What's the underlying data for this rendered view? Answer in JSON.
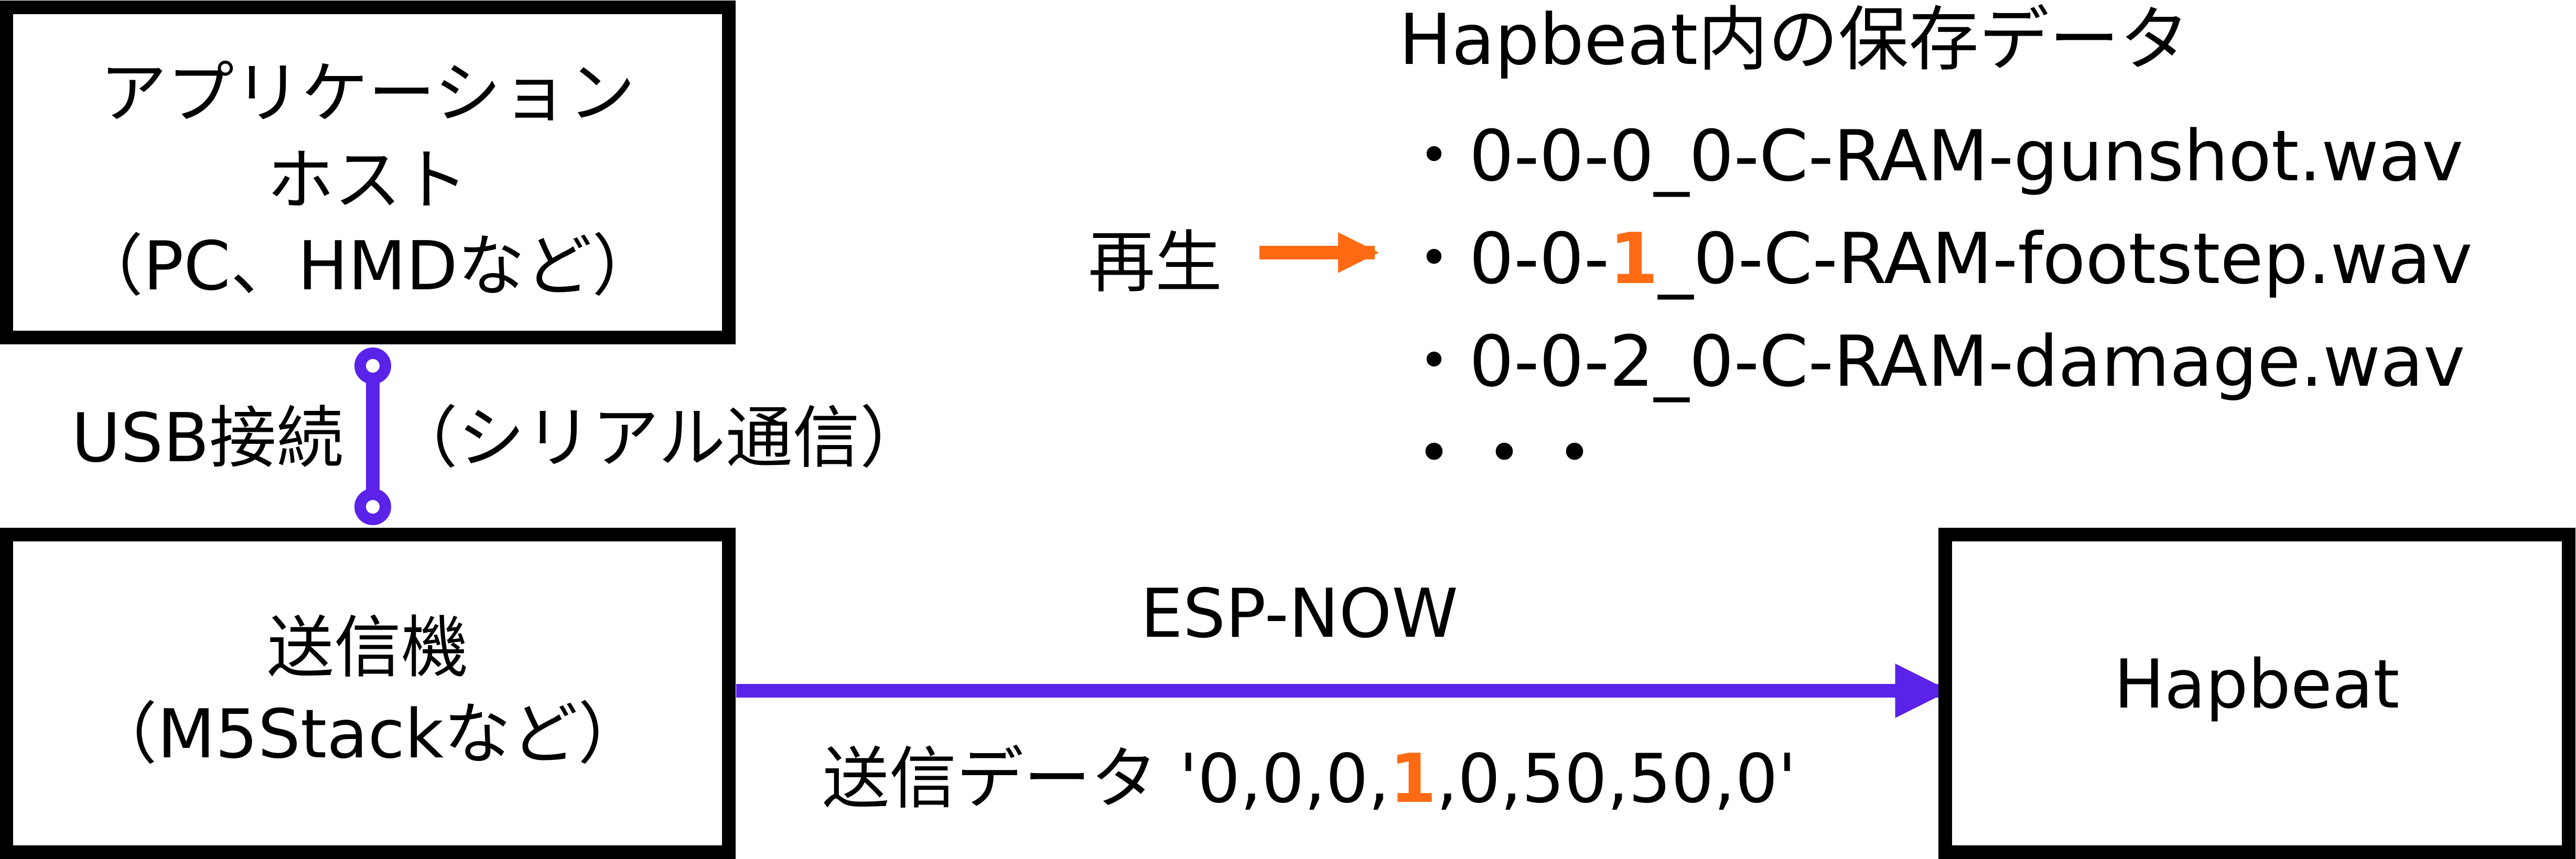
{
  "colors": {
    "accent": "#ff6a13",
    "link": "#5b22ea",
    "stroke": "#000000",
    "background": "#ffffff"
  },
  "nodes": {
    "host": {
      "line1": "アプリケーション",
      "line2": "ホスト",
      "line3": "（PC、HMDなど）"
    },
    "transmitter": {
      "line1": "送信機",
      "line2": "（M5Stackなど）"
    },
    "hapbeat": {
      "label": "Hapbeat"
    }
  },
  "edges": {
    "usb": {
      "label_left": "USB接続",
      "label_right": "（シリアル通信）"
    },
    "espnow": {
      "label": "ESP-NOW",
      "data_prefix": "送信データ '0,0,0,",
      "data_highlight": "1",
      "data_suffix": ",0,50,50,0'"
    }
  },
  "storage": {
    "title": "Hapbeat内の保存データ",
    "bullet": "・",
    "files": [
      {
        "prefix": "0-0-0_0-C-RAM-gunshot.wav",
        "highlight": "",
        "suffix": ""
      },
      {
        "prefix": "0-0-",
        "highlight": "1",
        "suffix": "_0-C-RAM-footstep.wav"
      },
      {
        "prefix": "0-0-2_0-C-RAM-damage.wav",
        "highlight": "",
        "suffix": ""
      }
    ],
    "ellipsis": "・・・"
  },
  "playback": {
    "label": "再生"
  }
}
